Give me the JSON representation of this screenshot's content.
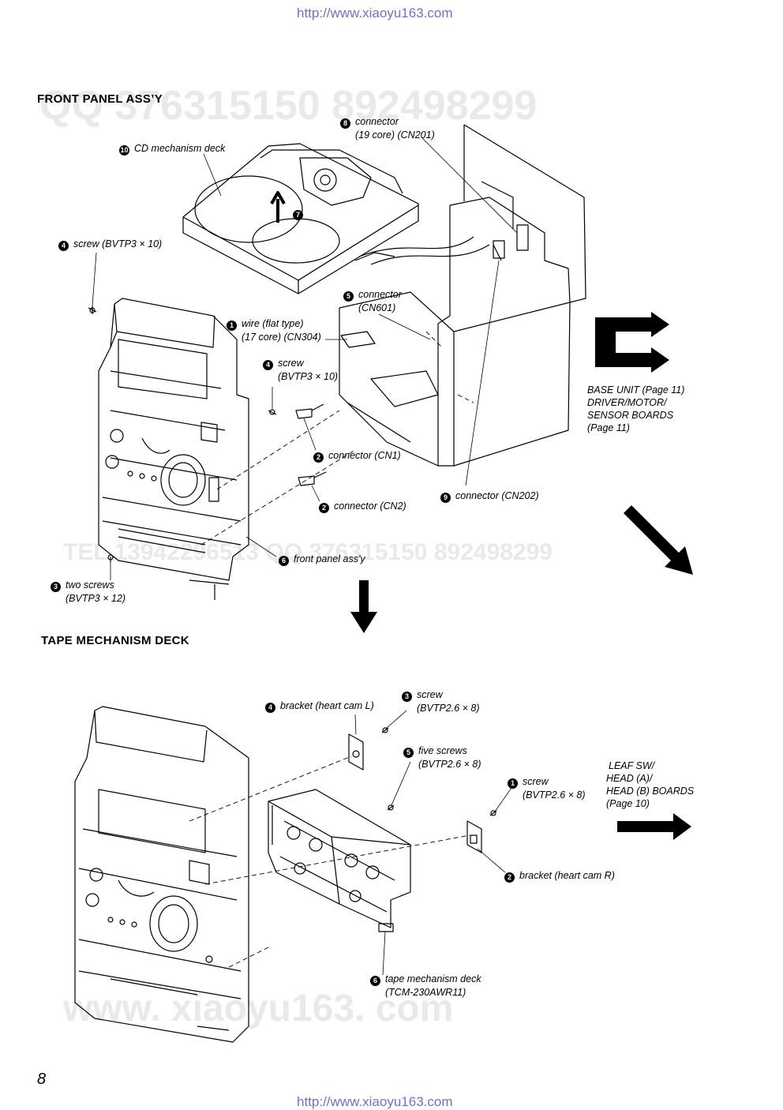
{
  "header": {
    "url": "http://www.xiaoyu163.com"
  },
  "footer": {
    "url": "http://www.xiaoyu163.com",
    "page_number": "8"
  },
  "watermarks": {
    "top": "QQ 376315150   892498299",
    "middle": "TEL 13942296513   QQ 376315150   892498299",
    "bottom": "www. xiaoyu163. com"
  },
  "sections": {
    "front_panel": {
      "title": "FRONT  PANEL  ASS’Y",
      "labels": [
        {
          "num": "8",
          "lines": [
            "connector",
            "(19 core) (CN201)"
          ]
        },
        {
          "num": "10",
          "lines": [
            "CD mechanism deck"
          ]
        },
        {
          "num": "4",
          "lines": [
            "screw (BVTP3 × 10)"
          ]
        },
        {
          "num": "5",
          "lines": [
            "connector",
            "(CN601)"
          ]
        },
        {
          "num": "1",
          "lines": [
            "wire (flat type)",
            "(17 core) (CN304)"
          ]
        },
        {
          "num": "4",
          "lines": [
            "screw",
            "(BVTP3 × 10)"
          ]
        },
        {
          "num": "7",
          "lines": [
            ""
          ]
        },
        {
          "num": "2",
          "lines": [
            "connector (CN1)"
          ]
        },
        {
          "num": "2",
          "lines": [
            "connector (CN2)"
          ]
        },
        {
          "num": "9",
          "lines": [
            "connector (CN202)"
          ]
        },
        {
          "num": "6",
          "lines": [
            "front panel ass'y"
          ]
        },
        {
          "num": "3",
          "lines": [
            "two screws",
            "(BVTP3 × 12)"
          ]
        }
      ],
      "reference": [
        "BASE UNIT (Page 11)",
        "DRIVER/MOTOR/",
        "SENSOR BOARDS",
        "(Page 11)"
      ]
    },
    "tape_deck": {
      "title": "TAPE  MECHANISM  DECK",
      "labels": [
        {
          "num": "4",
          "lines": [
            "bracket (heart cam L)"
          ]
        },
        {
          "num": "3",
          "lines": [
            "screw",
            "(BVTP2.6 × 8)"
          ]
        },
        {
          "num": "5",
          "lines": [
            "five screws",
            "(BVTP2.6 × 8)"
          ]
        },
        {
          "num": "1",
          "lines": [
            "screw",
            "(BVTP2.6 × 8)"
          ]
        },
        {
          "num": "2",
          "lines": [
            "bracket (heart cam R)"
          ]
        },
        {
          "num": "6",
          "lines": [
            "tape mechanism deck",
            "(TCM-230AWR11)"
          ]
        }
      ],
      "reference": [
        "LEAF SW/",
        "HEAD (A)/",
        "HEAD (B) BOARDS",
        "(Page 10)"
      ]
    }
  }
}
